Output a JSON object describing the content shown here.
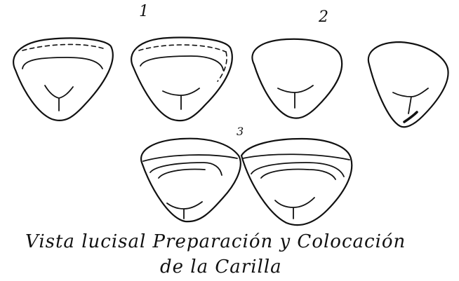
{
  "figure_labels": {
    "step_1": "1",
    "step_2": "2",
    "step_3": "3"
  },
  "caption": {
    "line1": "Vista lucisal  Preparación y Colocación",
    "line2": "de la Carilla"
  },
  "tooth_views": [
    "tooth-1a",
    "tooth-1b",
    "tooth-2a",
    "tooth-2b",
    "tooth-3a",
    "tooth-3b"
  ],
  "colors": {
    "ink": "#111111",
    "paper": "#ffffff"
  }
}
